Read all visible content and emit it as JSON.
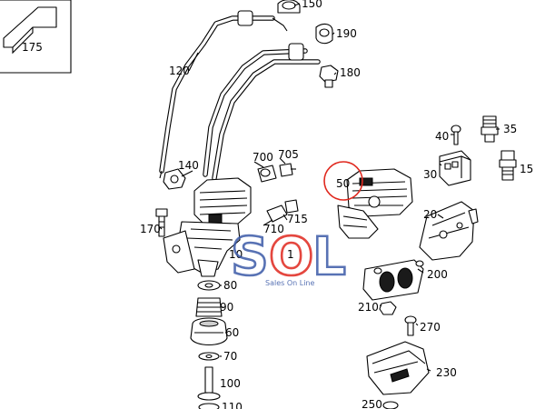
{
  "callouts": [
    {
      "id": "175",
      "text": "175"
    },
    {
      "id": "150",
      "text": "150"
    },
    {
      "id": "190",
      "text": "190"
    },
    {
      "id": "120",
      "text": "120"
    },
    {
      "id": "180",
      "text": "180"
    },
    {
      "id": "35",
      "text": "35"
    },
    {
      "id": "40",
      "text": "40"
    },
    {
      "id": "10",
      "text": "10"
    },
    {
      "id": "700",
      "text": "700"
    },
    {
      "id": "705",
      "text": "705"
    },
    {
      "id": "140",
      "text": "140"
    },
    {
      "id": "50",
      "text": "50"
    },
    {
      "id": "30",
      "text": "30"
    },
    {
      "id": "15",
      "text": "15"
    },
    {
      "id": "20",
      "text": "20"
    },
    {
      "id": "715",
      "text": "715"
    },
    {
      "id": "170",
      "text": "170"
    },
    {
      "id": "710",
      "text": "710"
    },
    {
      "id": "1",
      "text": "1"
    },
    {
      "id": "200",
      "text": "200"
    },
    {
      "id": "80",
      "text": "80"
    },
    {
      "id": "210",
      "text": "210"
    },
    {
      "id": "90",
      "text": "90"
    },
    {
      "id": "270",
      "text": "270"
    },
    {
      "id": "60",
      "text": "60"
    },
    {
      "id": "70",
      "text": "70"
    },
    {
      "id": "230",
      "text": "230"
    },
    {
      "id": "100",
      "text": "100"
    },
    {
      "id": "250",
      "text": "250"
    },
    {
      "id": "110",
      "text": "110"
    }
  ],
  "highlight": {
    "part": "50",
    "color": "#e0281e"
  },
  "watermark": {
    "letters": [
      "S",
      "O",
      "L"
    ],
    "tagline": "Sales On Line",
    "colors": {
      "s": "#3b5aa8",
      "o": "#e0281e",
      "l": "#3b5aa8",
      "tagline": "#3b5aa8"
    }
  }
}
